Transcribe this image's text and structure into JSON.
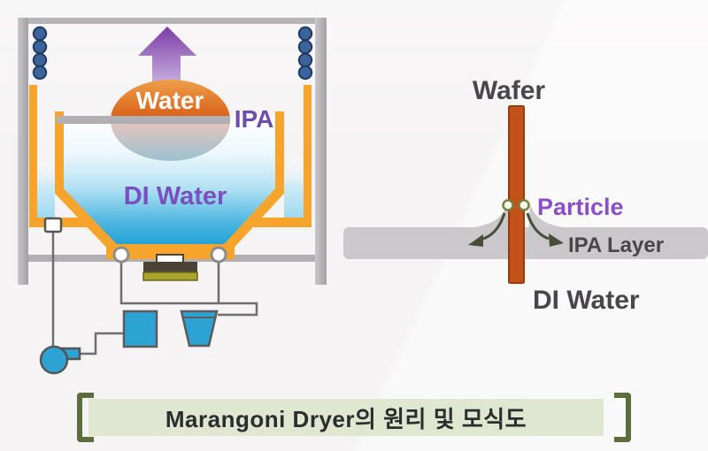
{
  "caption": {
    "text": "Marangoni Dryer의 원리 및 모식도"
  },
  "left_diagram": {
    "water_label": "Water",
    "ipa_label": "IPA",
    "di_water_label": "DI Water"
  },
  "right_diagram": {
    "wafer_label": "Wafer",
    "particle_label": "Particle",
    "ipa_layer_label": "IPA Layer",
    "di_water_label": "DI Water"
  },
  "colors": {
    "tank_orange": "#f6a42b",
    "deep_water_blue": "#23a3d6",
    "purple_label": "#7b4fc0",
    "water_drop_orange": "#d4540f",
    "vapor_arrow_purple": "#7c3da6",
    "wafer_red": "#c2511a",
    "particle_ring_green": "#75833f",
    "ipa_band_gray": "#cbc8cb",
    "dark_label_gray": "#49464b",
    "caption_bg_green": "#dfe7d0",
    "caption_bracket_green": "#5b6d3b",
    "bubble_steel_blue": "#3c639b",
    "equipment_blue": "#2da3d4",
    "heater_olive": "#a9a22c",
    "frame_gray": "#b2afb2"
  }
}
